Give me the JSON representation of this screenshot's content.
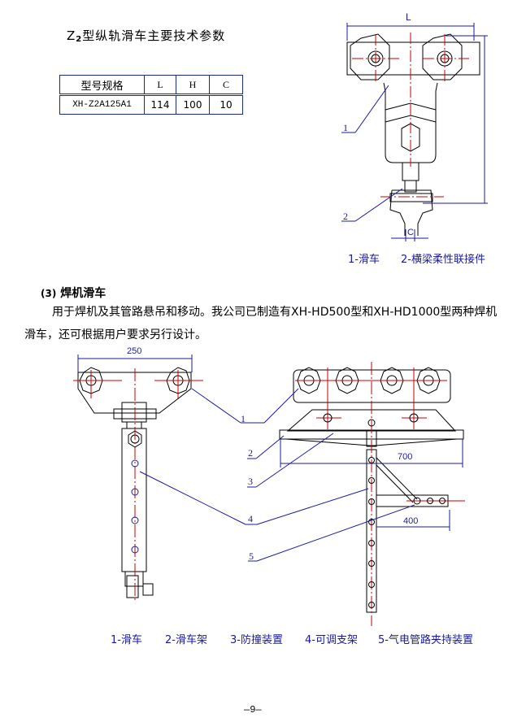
{
  "spec_section": {
    "title_prefix": "Z",
    "title_sub": "2",
    "title_rest": "型纵轨滑车主要技术参数",
    "table": {
      "headers": [
        "型号规格",
        "L",
        "H",
        "C"
      ],
      "rows": [
        [
          "XH-Z2A125A1",
          "114",
          "100",
          "10"
        ]
      ]
    }
  },
  "figure1": {
    "dim_labels": {
      "L": "L",
      "C": "C"
    },
    "callouts": [
      "1",
      "2"
    ],
    "caption": [
      "1-滑车",
      "2-横梁柔性联接件"
    ]
  },
  "section3": {
    "number": "(3)",
    "title": "焊机滑车",
    "paragraph": "用于焊机及其管路悬吊和移动。我公司已制造有XH-HD500型和XH-HD1000型两种焊机滑车，还可根据用户要求另行设计。"
  },
  "figure2": {
    "dims": {
      "left_width": "250",
      "right_width": "700",
      "arm_length": "400"
    },
    "callouts": [
      "1",
      "2",
      "3",
      "4",
      "5"
    ],
    "legend": [
      "1-滑车",
      "2-滑车架",
      "3-防撞装置",
      "4-可调支架",
      "5-气电管路夹持装置"
    ]
  },
  "colors": {
    "line": "#000000",
    "center": "#cc0000",
    "dim": "#1a1aa0"
  },
  "page": {
    "number": "—9—"
  }
}
